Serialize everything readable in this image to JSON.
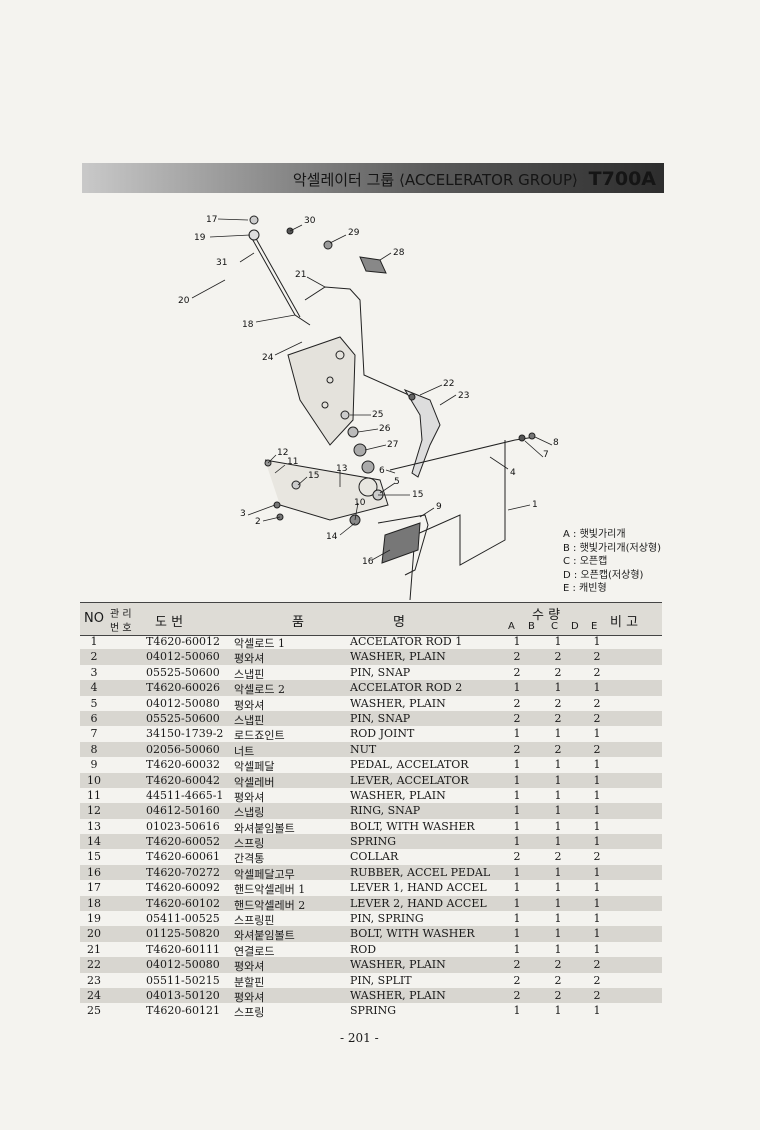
{
  "header": {
    "title": "악셀레이터 그룹 ⟨ACCELERATOR GROUP⟩",
    "model": "T700A"
  },
  "diagram": {
    "callouts": [
      "17",
      "30",
      "19",
      "29",
      "31",
      "28",
      "20",
      "21",
      "18",
      "24",
      "22",
      "23",
      "25",
      "26",
      "27",
      "12",
      "11",
      "13",
      "15",
      "6",
      "5",
      "3",
      "2",
      "10",
      "14",
      "15",
      "9",
      "16",
      "8",
      "7",
      "4",
      "1"
    ]
  },
  "legend": [
    "A : 햇빛가리개",
    "B : 햇빛가리개(저상형)",
    "C : 오픈캡",
    "D : 오픈캡(저상형)",
    "E : 캐빈형"
  ],
  "table": {
    "headers": {
      "no": "NO",
      "mgmt_top": "관 리",
      "mgmt_bottom": "번 호",
      "drawing": "도    번",
      "part_name_1": "품",
      "part_name_2": "명",
      "qty": "수      량",
      "qty_cols": [
        "A",
        "B",
        "C",
        "D",
        "E"
      ],
      "remarks": "비   고"
    },
    "rows": [
      {
        "no": "1",
        "part": "T4620-60012",
        "kr": "악셀로드 1",
        "en": "ACCELATOR ROD 1",
        "a": "1",
        "c": "1",
        "e": "1"
      },
      {
        "no": "2",
        "part": "04012-50060",
        "kr": "평와셔",
        "en": "WASHER, PLAIN",
        "a": "2",
        "c": "2",
        "e": "2"
      },
      {
        "no": "3",
        "part": "05525-50600",
        "kr": "스냅핀",
        "en": "PIN, SNAP",
        "a": "2",
        "c": "2",
        "e": "2"
      },
      {
        "no": "4",
        "part": "T4620-60026",
        "kr": "악셀로드 2",
        "en": "ACCELATOR ROD 2",
        "a": "1",
        "c": "1",
        "e": "1"
      },
      {
        "no": "5",
        "part": "04012-50080",
        "kr": "평와셔",
        "en": "WASHER, PLAIN",
        "a": "2",
        "c": "2",
        "e": "2"
      },
      {
        "no": "6",
        "part": "05525-50600",
        "kr": "스냅핀",
        "en": "PIN, SNAP",
        "a": "2",
        "c": "2",
        "e": "2"
      },
      {
        "no": "7",
        "part": "34150-1739-2",
        "kr": "로드죠인트",
        "en": "ROD JOINT",
        "a": "1",
        "c": "1",
        "e": "1"
      },
      {
        "no": "8",
        "part": "02056-50060",
        "kr": "너트",
        "en": "NUT",
        "a": "2",
        "c": "2",
        "e": "2"
      },
      {
        "no": "9",
        "part": "T4620-60032",
        "kr": "악셀페달",
        "en": "PEDAL, ACCELATOR",
        "a": "1",
        "c": "1",
        "e": "1"
      },
      {
        "no": "10",
        "part": "T4620-60042",
        "kr": "악셀레버",
        "en": "LEVER, ACCELATOR",
        "a": "1",
        "c": "1",
        "e": "1"
      },
      {
        "no": "11",
        "part": "44511-4665-1",
        "kr": "평와셔",
        "en": "WASHER, PLAIN",
        "a": "1",
        "c": "1",
        "e": "1"
      },
      {
        "no": "12",
        "part": "04612-50160",
        "kr": "스냅링",
        "en": "RING, SNAP",
        "a": "1",
        "c": "1",
        "e": "1"
      },
      {
        "no": "13",
        "part": "01023-50616",
        "kr": "와셔붙임볼트",
        "en": "BOLT, WITH WASHER",
        "a": "1",
        "c": "1",
        "e": "1"
      },
      {
        "no": "14",
        "part": "T4620-60052",
        "kr": "스프링",
        "en": "SPRING",
        "a": "1",
        "c": "1",
        "e": "1"
      },
      {
        "no": "15",
        "part": "T4620-60061",
        "kr": "간격통",
        "en": "COLLAR",
        "a": "2",
        "c": "2",
        "e": "2"
      },
      {
        "no": "16",
        "part": "T4620-70272",
        "kr": "악셀페달고무",
        "en": "RUBBER, ACCEL PEDAL",
        "a": "1",
        "c": "1",
        "e": "1"
      },
      {
        "no": "17",
        "part": "T4620-60092",
        "kr": "핸드악셀레버 1",
        "en": "LEVER 1, HAND ACCEL",
        "a": "1",
        "c": "1",
        "e": "1"
      },
      {
        "no": "18",
        "part": "T4620-60102",
        "kr": "핸드악셀레버 2",
        "en": "LEVER 2, HAND ACCEL",
        "a": "1",
        "c": "1",
        "e": "1"
      },
      {
        "no": "19",
        "part": "05411-00525",
        "kr": "스프링핀",
        "en": "PIN, SPRING",
        "a": "1",
        "c": "1",
        "e": "1"
      },
      {
        "no": "20",
        "part": "01125-50820",
        "kr": "와셔붙임볼트",
        "en": "BOLT, WITH WASHER",
        "a": "1",
        "c": "1",
        "e": "1"
      },
      {
        "no": "21",
        "part": "T4620-60111",
        "kr": "연결로드",
        "en": "ROD",
        "a": "1",
        "c": "1",
        "e": "1"
      },
      {
        "no": "22",
        "part": "04012-50080",
        "kr": "평와셔",
        "en": "WASHER, PLAIN",
        "a": "2",
        "c": "2",
        "e": "2"
      },
      {
        "no": "23",
        "part": "05511-50215",
        "kr": "분할핀",
        "en": "PIN, SPLIT",
        "a": "2",
        "c": "2",
        "e": "2"
      },
      {
        "no": "24",
        "part": "04013-50120",
        "kr": "평와셔",
        "en": "WASHER, PLAIN",
        "a": "2",
        "c": "2",
        "e": "2"
      },
      {
        "no": "25",
        "part": "T4620-60121",
        "kr": "스프링",
        "en": "SPRING",
        "a": "1",
        "c": "1",
        "e": "1"
      }
    ]
  },
  "footer": {
    "page": "- 201 -"
  }
}
